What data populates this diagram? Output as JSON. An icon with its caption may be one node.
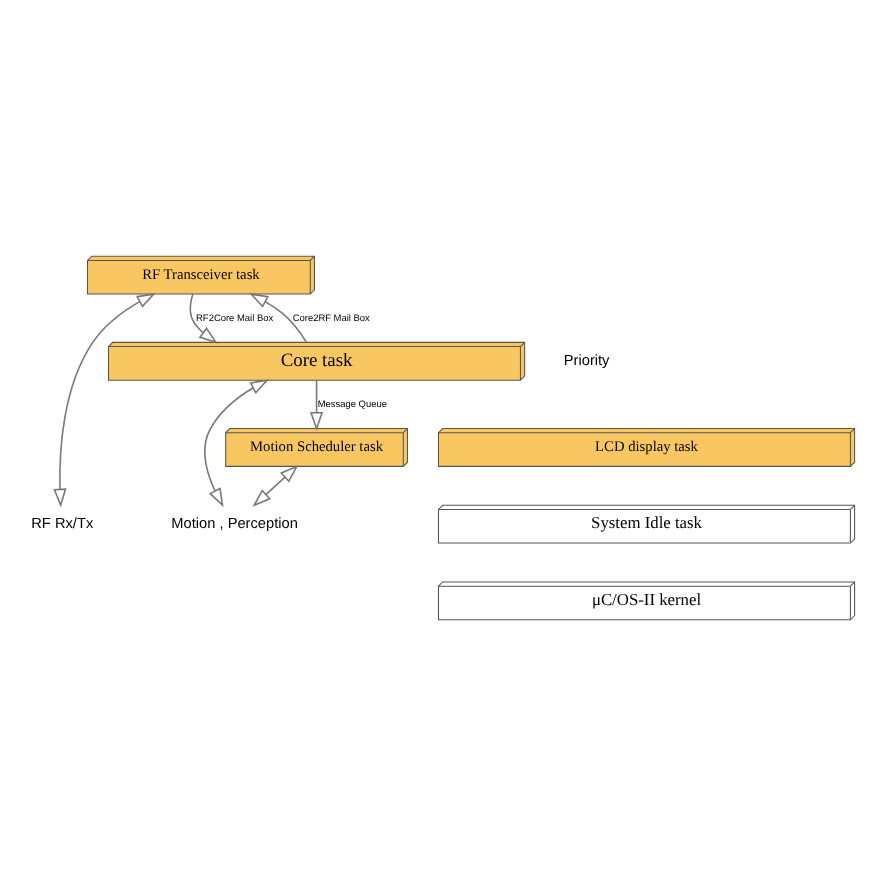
{
  "diagram": {
    "nodes": [
      {
        "text": [
          "Motion , Perception"
        ]
      },
      {
        "text": [
          "RF Rx/Tx"
        ]
      },
      {
        "text": [
          "RF Transceiver task"
        ]
      },
      {
        "text": [
          "Motion Scheduler task"
        ]
      },
      {
        "text": [
          "Core task"
        ]
      },
      {
        "text": [
          "LCD display task"
        ]
      },
      {
        "text": [
          "System Idle task"
        ]
      },
      {
        "text": [
          "μC/OS-II kernel"
        ]
      }
    ],
    "edges": [
      {
        "from": 4,
        "to": 0,
        "arrow": "both"
      },
      {
        "from": 3,
        "to": 0,
        "arrow": "both"
      },
      {
        "from": 2,
        "to": 1,
        "arrow": "both"
      },
      {
        "from": 4,
        "to": 3,
        "arrow": "to",
        "label": "Message Queue"
      },
      {
        "from": 4,
        "to": 2,
        "arrow": "to",
        "label": "Core2RF Mail Box"
      },
      {
        "from": 2,
        "to": 4,
        "arrow": "to",
        "label": "RF2Core Mail Box"
      }
    ],
    "labels": [
      "Priority"
    ]
  }
}
